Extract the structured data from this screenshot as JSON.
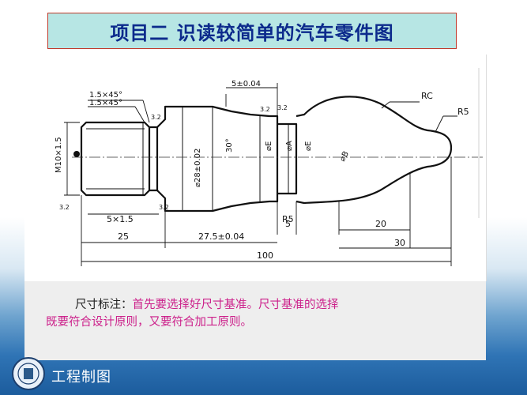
{
  "slide": {
    "title": "项目二  识读较简单的汽车零件图",
    "caption_label": "尺寸标注：",
    "caption_line1": "首先要选择好尺寸基准。尺寸基准的选择",
    "caption_line2": "既要符合设计原则，又要符合加工原则。",
    "footer_title": "工程制图",
    "colors": {
      "title_bg": "#b7e6e4",
      "title_border": "#c0392b",
      "title_text": "#0c2a8c",
      "caption_text": "#cc1f8a",
      "footer_bg": "#1c5c9d"
    }
  },
  "drawing": {
    "chamfer_top": "1.5×45°",
    "chamfer_bottom": "1.5×45°",
    "dim_5": "5±0.04",
    "roughness_a": "3.2",
    "roughness_b": "3.2",
    "roughness_c": "3.2",
    "roughness_d": "3.2",
    "roughness_e": "3.2",
    "thread": "M10×1.5",
    "undercut": "5×1.5",
    "dia_28": "⌀28±0.02",
    "angle_30": "30°",
    "dia_e1": "⌀E",
    "dia_a": "⌀A",
    "dia_e2": "⌀E",
    "dia_b": "⌀B",
    "label_rc": "RC",
    "label_r5_right": "R5",
    "label_r5_bottom": "R5",
    "dim_25": "25",
    "dim_27_5": "27.5±0.04",
    "dim_5_small": "5",
    "dim_20": "20",
    "dim_30": "30",
    "dim_100": "100"
  }
}
